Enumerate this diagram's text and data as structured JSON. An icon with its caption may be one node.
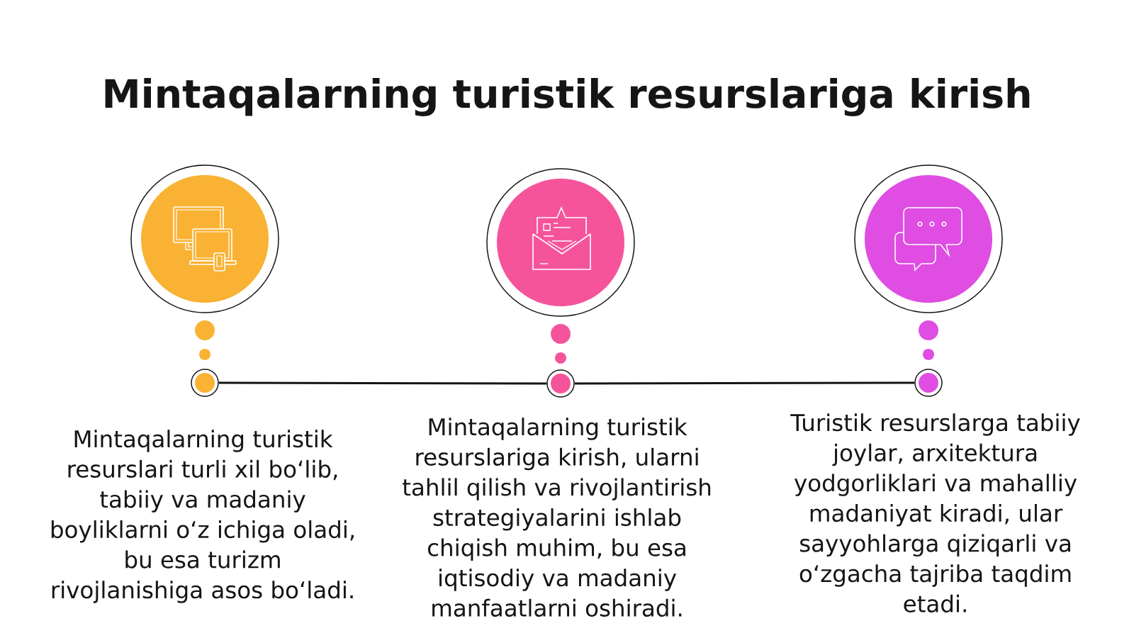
{
  "diagram": {
    "title": "Mintaqalarning turistik resurslariga kirish",
    "nodes": [
      {
        "text": [],
        "shape": "circle",
        "beside": [
          "Mintaqalarning turistik resurslari turli xil bo‘lib, tabiiy va madaniy boyliklarni o‘z ichiga oladi, bu esa turizm rivojlanishiga asos bo‘ladi."
        ]
      },
      {
        "text": [],
        "shape": "circle",
        "beside": [
          "Mintaqalarning turistik resurslariga kirish, ularni tahlil qilish va rivojlantirish strategiyalarini ishlab chiqish muhim, bu esa iqtisodiy va madaniy manfaatlarni oshiradi."
        ]
      },
      {
        "text": [],
        "shape": "circle",
        "beside": [
          "Turistik resurslarga tabiiy joylar, arxitektura yodgorliklari va mahalliy madaniyat kiradi, ular sayyohlarga qiziqarli va o‘zgacha tajriba taqdim etadi."
        ]
      }
    ],
    "edges": [
      {
        "from": 0,
        "to": 1,
        "arrow": "none"
      },
      {
        "from": 1,
        "to": 2,
        "arrow": "none"
      }
    ]
  }
}
